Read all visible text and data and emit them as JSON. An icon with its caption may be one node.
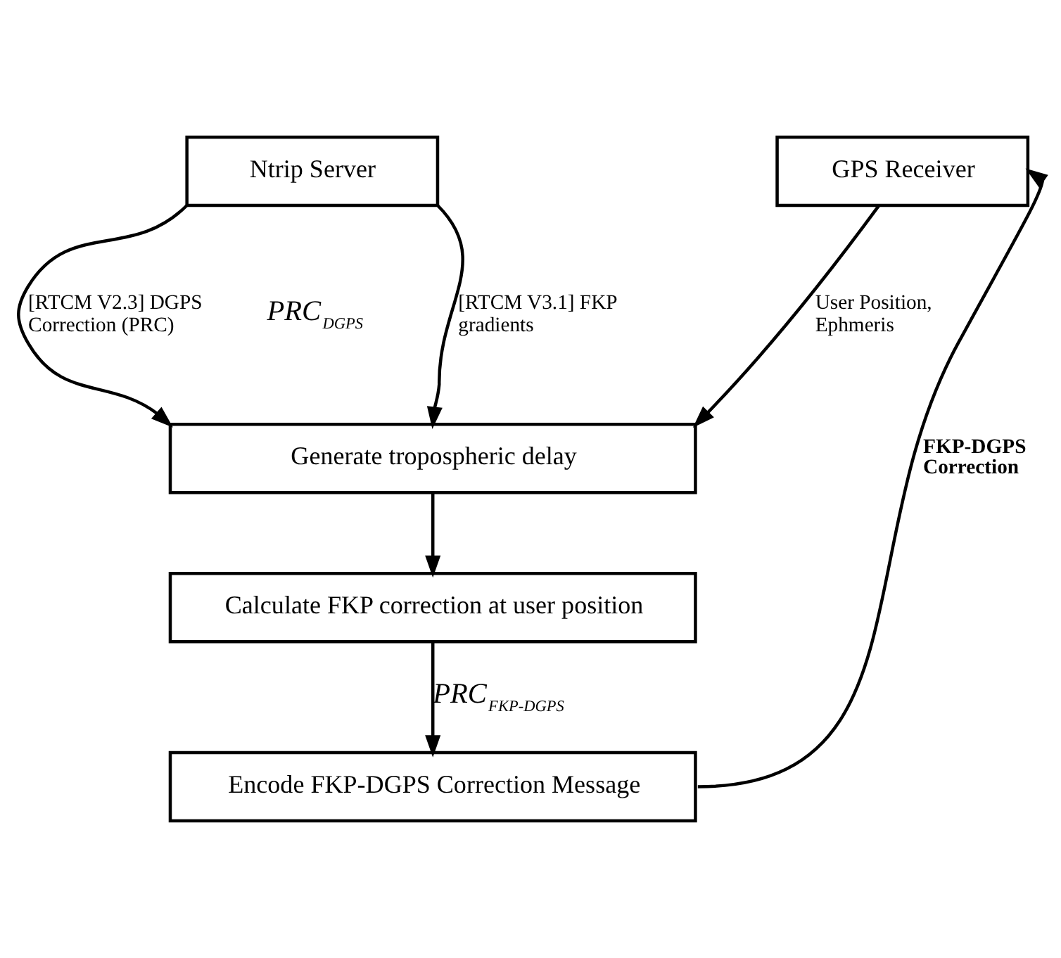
{
  "diagram": {
    "nodes": [
      {
        "text": [
          "Ntrip Server"
        ]
      },
      {
        "text": [
          "GPS Receiver"
        ]
      },
      {
        "text": [
          "Generate tropospheric delay"
        ]
      },
      {
        "text": [
          "Calculate FKP correction at user position"
        ]
      },
      {
        "text": [
          "Encode FKP-DGPS Correction Message"
        ]
      }
    ],
    "edges": [
      {
        "from": 0,
        "to": 2,
        "arrow": "to",
        "label": "[RTCM V2.3] DGPS Correction (PRC)"
      },
      {
        "from": 0,
        "to": 2,
        "arrow": "to",
        "label": "[RTCM V3.1] FKP gradients"
      },
      {
        "from": 1,
        "to": 2,
        "arrow": "to",
        "label": "User Position, Ephmeris"
      },
      {
        "from": 2,
        "to": 3,
        "arrow": "to"
      },
      {
        "from": 3,
        "to": 4,
        "arrow": "to",
        "label": "PRC$_{FKP-DGPS}$"
      },
      {
        "from": 4,
        "to": 1,
        "arrow": "to",
        "label": "FKP-DGPS Correction"
      }
    ],
    "labels": [
      "PRC$_{DGPS}$"
    ]
  }
}
